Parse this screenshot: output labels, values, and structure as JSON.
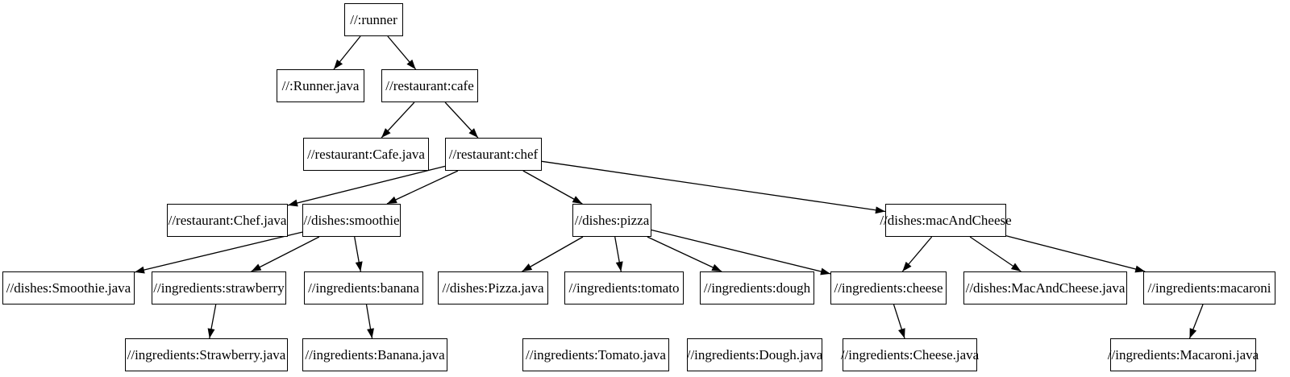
{
  "diagram": {
    "type": "dependency-graph",
    "colors": {
      "background": "#ffffff",
      "node_fill": "#ffffff",
      "node_border": "#000000",
      "edge": "#000000",
      "text": "#000000"
    },
    "nodes": [
      {
        "id": "runner",
        "label": "//:runner"
      },
      {
        "id": "runner_java",
        "label": "//:Runner.java"
      },
      {
        "id": "cafe",
        "label": "//restaurant:cafe"
      },
      {
        "id": "cafe_java",
        "label": "//restaurant:Cafe.java"
      },
      {
        "id": "chef",
        "label": "//restaurant:chef"
      },
      {
        "id": "chef_java",
        "label": "//restaurant:Chef.java"
      },
      {
        "id": "smoothie",
        "label": "//dishes:smoothie"
      },
      {
        "id": "pizza",
        "label": "//dishes:pizza"
      },
      {
        "id": "mac_and_cheese",
        "label": "//dishes:macAndCheese"
      },
      {
        "id": "smoothie_java",
        "label": "//dishes:Smoothie.java"
      },
      {
        "id": "strawberry",
        "label": "//ingredients:strawberry"
      },
      {
        "id": "banana",
        "label": "//ingredients:banana"
      },
      {
        "id": "pizza_java",
        "label": "//dishes:Pizza.java"
      },
      {
        "id": "tomato",
        "label": "//ingredients:tomato"
      },
      {
        "id": "dough",
        "label": "//ingredients:dough"
      },
      {
        "id": "cheese",
        "label": "//ingredients:cheese"
      },
      {
        "id": "mac_and_cheese_java",
        "label": "//dishes:MacAndCheese.java"
      },
      {
        "id": "macaroni",
        "label": "//ingredients:macaroni"
      },
      {
        "id": "strawberry_java",
        "label": "//ingredients:Strawberry.java"
      },
      {
        "id": "banana_java",
        "label": "//ingredients:Banana.java"
      },
      {
        "id": "tomato_java",
        "label": "//ingredients:Tomato.java"
      },
      {
        "id": "dough_java",
        "label": "//ingredients:Dough.java"
      },
      {
        "id": "cheese_java",
        "label": "//ingredients:Cheese.java"
      },
      {
        "id": "macaroni_java",
        "label": "//ingredients:Macaroni.java"
      }
    ],
    "edges": [
      {
        "from": "runner",
        "to": "runner_java"
      },
      {
        "from": "runner",
        "to": "cafe"
      },
      {
        "from": "cafe",
        "to": "cafe_java"
      },
      {
        "from": "cafe",
        "to": "chef"
      },
      {
        "from": "chef",
        "to": "chef_java"
      },
      {
        "from": "chef",
        "to": "smoothie"
      },
      {
        "from": "chef",
        "to": "pizza"
      },
      {
        "from": "chef",
        "to": "mac_and_cheese"
      },
      {
        "from": "smoothie",
        "to": "smoothie_java"
      },
      {
        "from": "smoothie",
        "to": "strawberry"
      },
      {
        "from": "smoothie",
        "to": "banana"
      },
      {
        "from": "strawberry",
        "to": "strawberry_java"
      },
      {
        "from": "banana",
        "to": "banana_java"
      },
      {
        "from": "pizza",
        "to": "pizza_java"
      },
      {
        "from": "pizza",
        "to": "tomato"
      },
      {
        "from": "pizza",
        "to": "dough"
      },
      {
        "from": "pizza",
        "to": "cheese"
      },
      {
        "from": "mac_and_cheese",
        "to": "cheese"
      },
      {
        "from": "mac_and_cheese",
        "to": "mac_and_cheese_java"
      },
      {
        "from": "mac_and_cheese",
        "to": "macaroni"
      },
      {
        "from": "cheese",
        "to": "cheese_java"
      },
      {
        "from": "macaroni",
        "to": "macaroni_java"
      }
    ]
  }
}
